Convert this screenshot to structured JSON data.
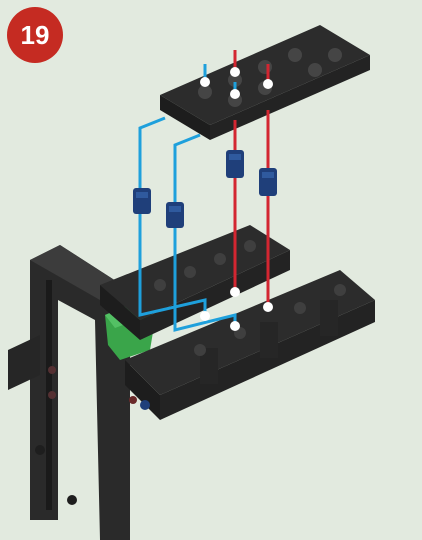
{
  "step": {
    "number": "19",
    "badge_color": "#c52b22"
  },
  "illustration": {
    "parts": [
      "top-black-plate",
      "upper-black-beam",
      "lower-black-beam",
      "black-vertical-frame",
      "green-connector",
      "navy-pin",
      "red-assembly-guide-line",
      "blue-assembly-guide-line"
    ],
    "colors": {
      "background": "#e2eadf",
      "brick": "#2a2a2a",
      "brick_highlight": "#4a4a4a",
      "green": "#3aa54a",
      "navy": "#1f3f7a",
      "guide_red": "#d32631",
      "guide_blue": "#1ea0dc"
    }
  }
}
